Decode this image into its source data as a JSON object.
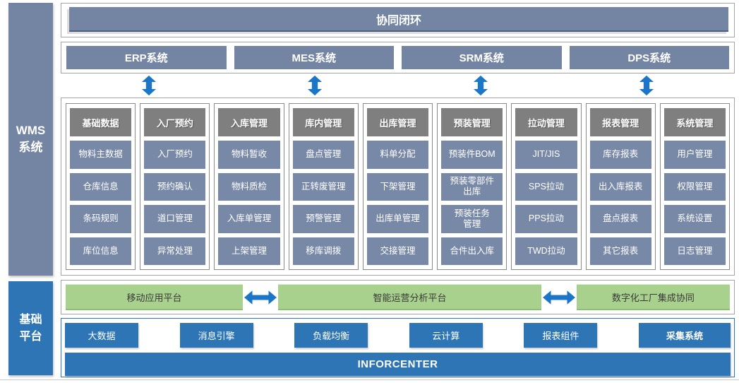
{
  "colors": {
    "slate": "#7485A3",
    "cell_slate": "#7889A7",
    "header_gray": "#7f7f7f",
    "accent_blue": "#2E75B6",
    "arrow_blue": "#1B76C8",
    "green": "#A9D18E"
  },
  "rails": {
    "wms": "WMS\n系统",
    "base": "基础\n平台"
  },
  "top_banner": "协同闭环",
  "systems": [
    "ERP系统",
    "MES系统",
    "SRM系统",
    "DPS系统"
  ],
  "modules": [
    {
      "header": "基础数据",
      "items": [
        "物料主数据",
        "仓库信息",
        "条码规则",
        "库位信息"
      ]
    },
    {
      "header": "入厂预约",
      "items": [
        "入厂预约",
        "预约确认",
        "道口管理",
        "异常处理"
      ]
    },
    {
      "header": "入库管理",
      "items": [
        "物料暂收",
        "物料质检",
        "入库单管理",
        "上架管理"
      ]
    },
    {
      "header": "库内管理",
      "items": [
        "盘点管理",
        "正转废管理",
        "预警管理",
        "移库调拨"
      ]
    },
    {
      "header": "出库管理",
      "items": [
        "料单分配",
        "下架管理",
        "出库单管理",
        "交接管理"
      ]
    },
    {
      "header": "预装管理",
      "items": [
        "预装件BOM",
        "预装零部件\n出库",
        "预装任务\n管理",
        "合件出入库"
      ]
    },
    {
      "header": "拉动管理",
      "items": [
        "JIT/JIS",
        "SPS拉动",
        "PPS拉动",
        "TWD拉动"
      ]
    },
    {
      "header": "报表管理",
      "items": [
        "库存报表",
        "出入库报表",
        "盘点报表",
        "其它报表"
      ]
    },
    {
      "header": "系统管理",
      "items": [
        "用户管理",
        "权限管理",
        "系统设置",
        "日志管理"
      ]
    }
  ],
  "platforms": [
    "移动应用平台",
    "智能运营分析平台",
    "数字化工厂集成协同"
  ],
  "services": [
    "大数据",
    "消息引擎",
    "负载均衡",
    "云计算",
    "报表组件",
    "采集系统"
  ],
  "foundation_bar": "INFORCENTER"
}
